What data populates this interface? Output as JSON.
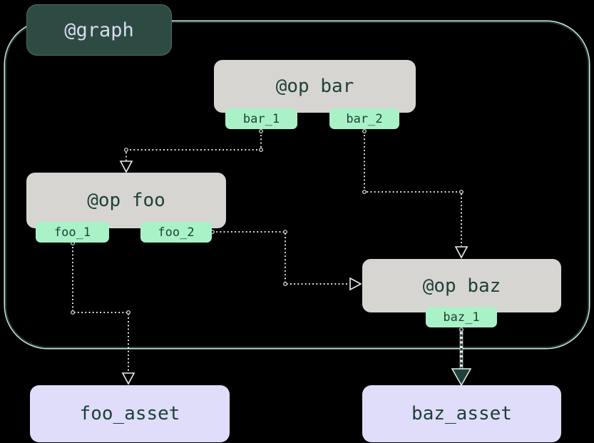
{
  "colors": {
    "background": "#000000",
    "accent_dark": "#1d4138",
    "label_bg": "#2d4b43",
    "label_text": "#d9daf1",
    "node_gray": "#d7d5d2",
    "tab_green": "#a9f2c7",
    "asset_lavender": "#dfddfa",
    "edge_light": "#ededed",
    "border_halo": "#dce6e3"
  },
  "graph": {
    "label": "@graph"
  },
  "ops": [
    {
      "id": "bar",
      "label": "@op bar",
      "outputs": [
        "bar_1",
        "bar_2"
      ]
    },
    {
      "id": "foo",
      "label": "@op foo",
      "outputs": [
        "foo_1",
        "foo_2"
      ]
    },
    {
      "id": "baz",
      "label": "@op baz",
      "outputs": [
        "baz_1"
      ]
    }
  ],
  "assets": [
    {
      "id": "foo_asset",
      "label": "foo_asset"
    },
    {
      "id": "baz_asset",
      "label": "baz_asset"
    }
  ],
  "edges": [
    {
      "from": "bar_1",
      "to": "op foo",
      "style": "dotted-light"
    },
    {
      "from": "bar_2",
      "to": "op baz",
      "style": "dotted-light"
    },
    {
      "from": "foo_2",
      "to": "op baz",
      "style": "dotted-light"
    },
    {
      "from": "foo_1",
      "to": "foo_asset",
      "style": "dotted-light"
    },
    {
      "from": "baz_1",
      "to": "baz_asset",
      "style": "dashed-dark"
    }
  ]
}
